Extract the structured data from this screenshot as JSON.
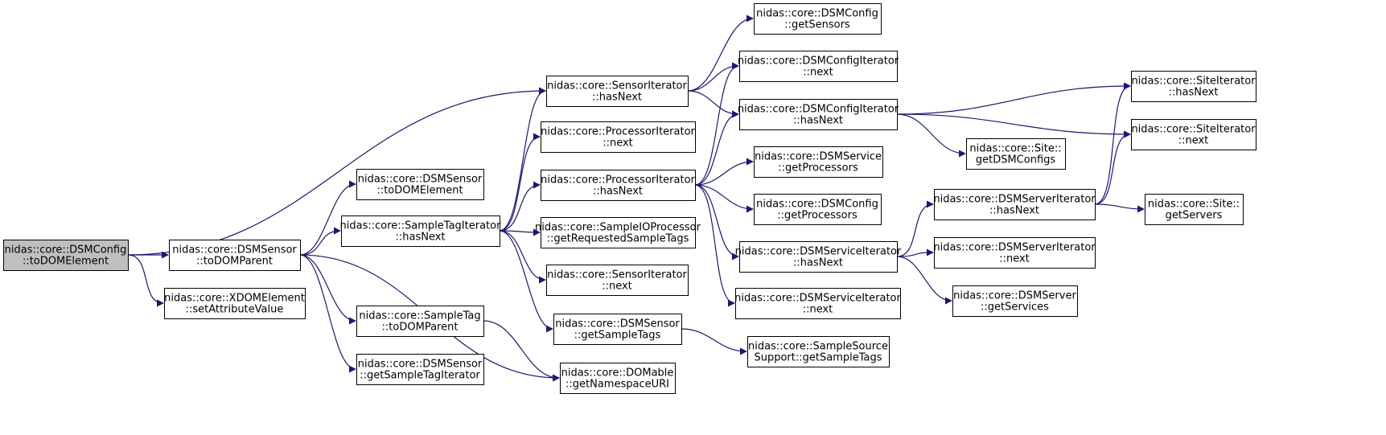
{
  "colors": {
    "edge": "#191970",
    "root_fill": "#bfbfbf",
    "node_fill": "#ffffff",
    "node_border": "#000000"
  },
  "nodes": [
    {
      "id": "root",
      "lines": [
        "nidas::core::DSMConfig",
        "::toDOMElement"
      ]
    },
    {
      "id": "sensor-toDOMParent",
      "lines": [
        "nidas::core::DSMSensor",
        "::toDOMParent"
      ]
    },
    {
      "id": "xdom-setAttr",
      "lines": [
        "nidas::core::XDOMElement",
        "::setAttributeValue"
      ]
    },
    {
      "id": "sensor-toDOMElement",
      "lines": [
        "nidas::core::DSMSensor",
        "::toDOMElement"
      ]
    },
    {
      "id": "sampletagiter-hasNext",
      "lines": [
        "nidas::core::SampleTagIterator",
        "::hasNext"
      ]
    },
    {
      "id": "sampletag-toDOMParent",
      "lines": [
        "nidas::core::SampleTag",
        "::toDOMParent"
      ]
    },
    {
      "id": "sensor-getSampleTagIter",
      "lines": [
        "nidas::core::DSMSensor",
        "::getSampleTagIterator"
      ]
    },
    {
      "id": "sensoriter-hasNext",
      "lines": [
        "nidas::core::SensorIterator",
        "::hasNext"
      ]
    },
    {
      "id": "procIter-next",
      "lines": [
        "nidas::core::ProcessorIterator",
        "::next"
      ]
    },
    {
      "id": "procIter-hasNext",
      "lines": [
        "nidas::core::ProcessorIterator",
        "::hasNext"
      ]
    },
    {
      "id": "sampleio-getReq",
      "lines": [
        "nidas::core::SampleIOProcessor",
        "::getRequestedSampleTags"
      ]
    },
    {
      "id": "sensoriter-next",
      "lines": [
        "nidas::core::SensorIterator",
        "::next"
      ]
    },
    {
      "id": "sensor-getSampleTags",
      "lines": [
        "nidas::core::DSMSensor",
        "::getSampleTags"
      ]
    },
    {
      "id": "domable-getNs",
      "lines": [
        "nidas::core::DOMable",
        "::getNamespaceURI"
      ]
    },
    {
      "id": "config-getSensors",
      "lines": [
        "nidas::core::DSMConfig",
        "::getSensors"
      ]
    },
    {
      "id": "configIter-next",
      "lines": [
        "nidas::core::DSMConfigIterator",
        "::next"
      ]
    },
    {
      "id": "configIter-hasNext",
      "lines": [
        "nidas::core::DSMConfigIterator",
        "::hasNext"
      ]
    },
    {
      "id": "service-getProcessors",
      "lines": [
        "nidas::core::DSMService",
        "::getProcessors"
      ]
    },
    {
      "id": "config-getProcessors",
      "lines": [
        "nidas::core::DSMConfig",
        "::getProcessors"
      ]
    },
    {
      "id": "serviceIter-hasNext",
      "lines": [
        "nidas::core::DSMServiceIterator",
        "::hasNext"
      ]
    },
    {
      "id": "serviceIter-next",
      "lines": [
        "nidas::core::DSMServiceIterator",
        "::next"
      ]
    },
    {
      "id": "samplesource-getTags",
      "lines": [
        "nidas::core::SampleSource",
        "Support::getSampleTags"
      ]
    },
    {
      "id": "site-getDSMConfigs",
      "lines": [
        "nidas::core::Site::",
        "getDSMConfigs"
      ]
    },
    {
      "id": "serverIter-hasNext",
      "lines": [
        "nidas::core::DSMServerIterator",
        "::hasNext"
      ]
    },
    {
      "id": "serverIter-next",
      "lines": [
        "nidas::core::DSMServerIterator",
        "::next"
      ]
    },
    {
      "id": "server-getServices",
      "lines": [
        "nidas::core::DSMServer",
        "::getServices"
      ]
    },
    {
      "id": "siteIter-hasNext",
      "lines": [
        "nidas::core::SiteIterator",
        "::hasNext"
      ]
    },
    {
      "id": "siteIter-next",
      "lines": [
        "nidas::core::SiteIterator",
        "::next"
      ]
    },
    {
      "id": "site-getServers",
      "lines": [
        "nidas::core::Site::",
        "getServers"
      ]
    }
  ],
  "edges": [
    [
      "root",
      "sensor-toDOMParent"
    ],
    [
      "root",
      "xdom-setAttr"
    ],
    [
      "root",
      "sensoriter-hasNext"
    ],
    [
      "sensor-toDOMParent",
      "sensor-toDOMElement"
    ],
    [
      "sensor-toDOMParent",
      "sampletagiter-hasNext"
    ],
    [
      "sensor-toDOMParent",
      "sampletag-toDOMParent"
    ],
    [
      "sensor-toDOMParent",
      "sensor-getSampleTagIter"
    ],
    [
      "sensor-toDOMParent",
      "domable-getNs"
    ],
    [
      "sampletag-toDOMParent",
      "domable-getNs"
    ],
    [
      "sampletagiter-hasNext",
      "sensoriter-hasNext"
    ],
    [
      "sampletagiter-hasNext",
      "procIter-next"
    ],
    [
      "sampletagiter-hasNext",
      "procIter-hasNext"
    ],
    [
      "sampletagiter-hasNext",
      "sampleio-getReq"
    ],
    [
      "sampletagiter-hasNext",
      "sensoriter-next"
    ],
    [
      "sampletagiter-hasNext",
      "sensor-getSampleTags"
    ],
    [
      "sensoriter-hasNext",
      "config-getSensors"
    ],
    [
      "sensoriter-hasNext",
      "configIter-next"
    ],
    [
      "sensoriter-hasNext",
      "configIter-hasNext"
    ],
    [
      "procIter-hasNext",
      "configIter-next"
    ],
    [
      "procIter-hasNext",
      "configIter-hasNext"
    ],
    [
      "procIter-hasNext",
      "service-getProcessors"
    ],
    [
      "procIter-hasNext",
      "config-getProcessors"
    ],
    [
      "procIter-hasNext",
      "serviceIter-hasNext"
    ],
    [
      "procIter-hasNext",
      "serviceIter-next"
    ],
    [
      "sensor-getSampleTags",
      "samplesource-getTags"
    ],
    [
      "configIter-hasNext",
      "siteIter-hasNext"
    ],
    [
      "configIter-hasNext",
      "siteIter-next"
    ],
    [
      "configIter-hasNext",
      "site-getDSMConfigs"
    ],
    [
      "serviceIter-hasNext",
      "serverIter-hasNext"
    ],
    [
      "serviceIter-hasNext",
      "serverIter-next"
    ],
    [
      "serviceIter-hasNext",
      "server-getServices"
    ],
    [
      "serverIter-hasNext",
      "siteIter-hasNext"
    ],
    [
      "serverIter-hasNext",
      "siteIter-next"
    ],
    [
      "serverIter-hasNext",
      "site-getServers"
    ]
  ]
}
